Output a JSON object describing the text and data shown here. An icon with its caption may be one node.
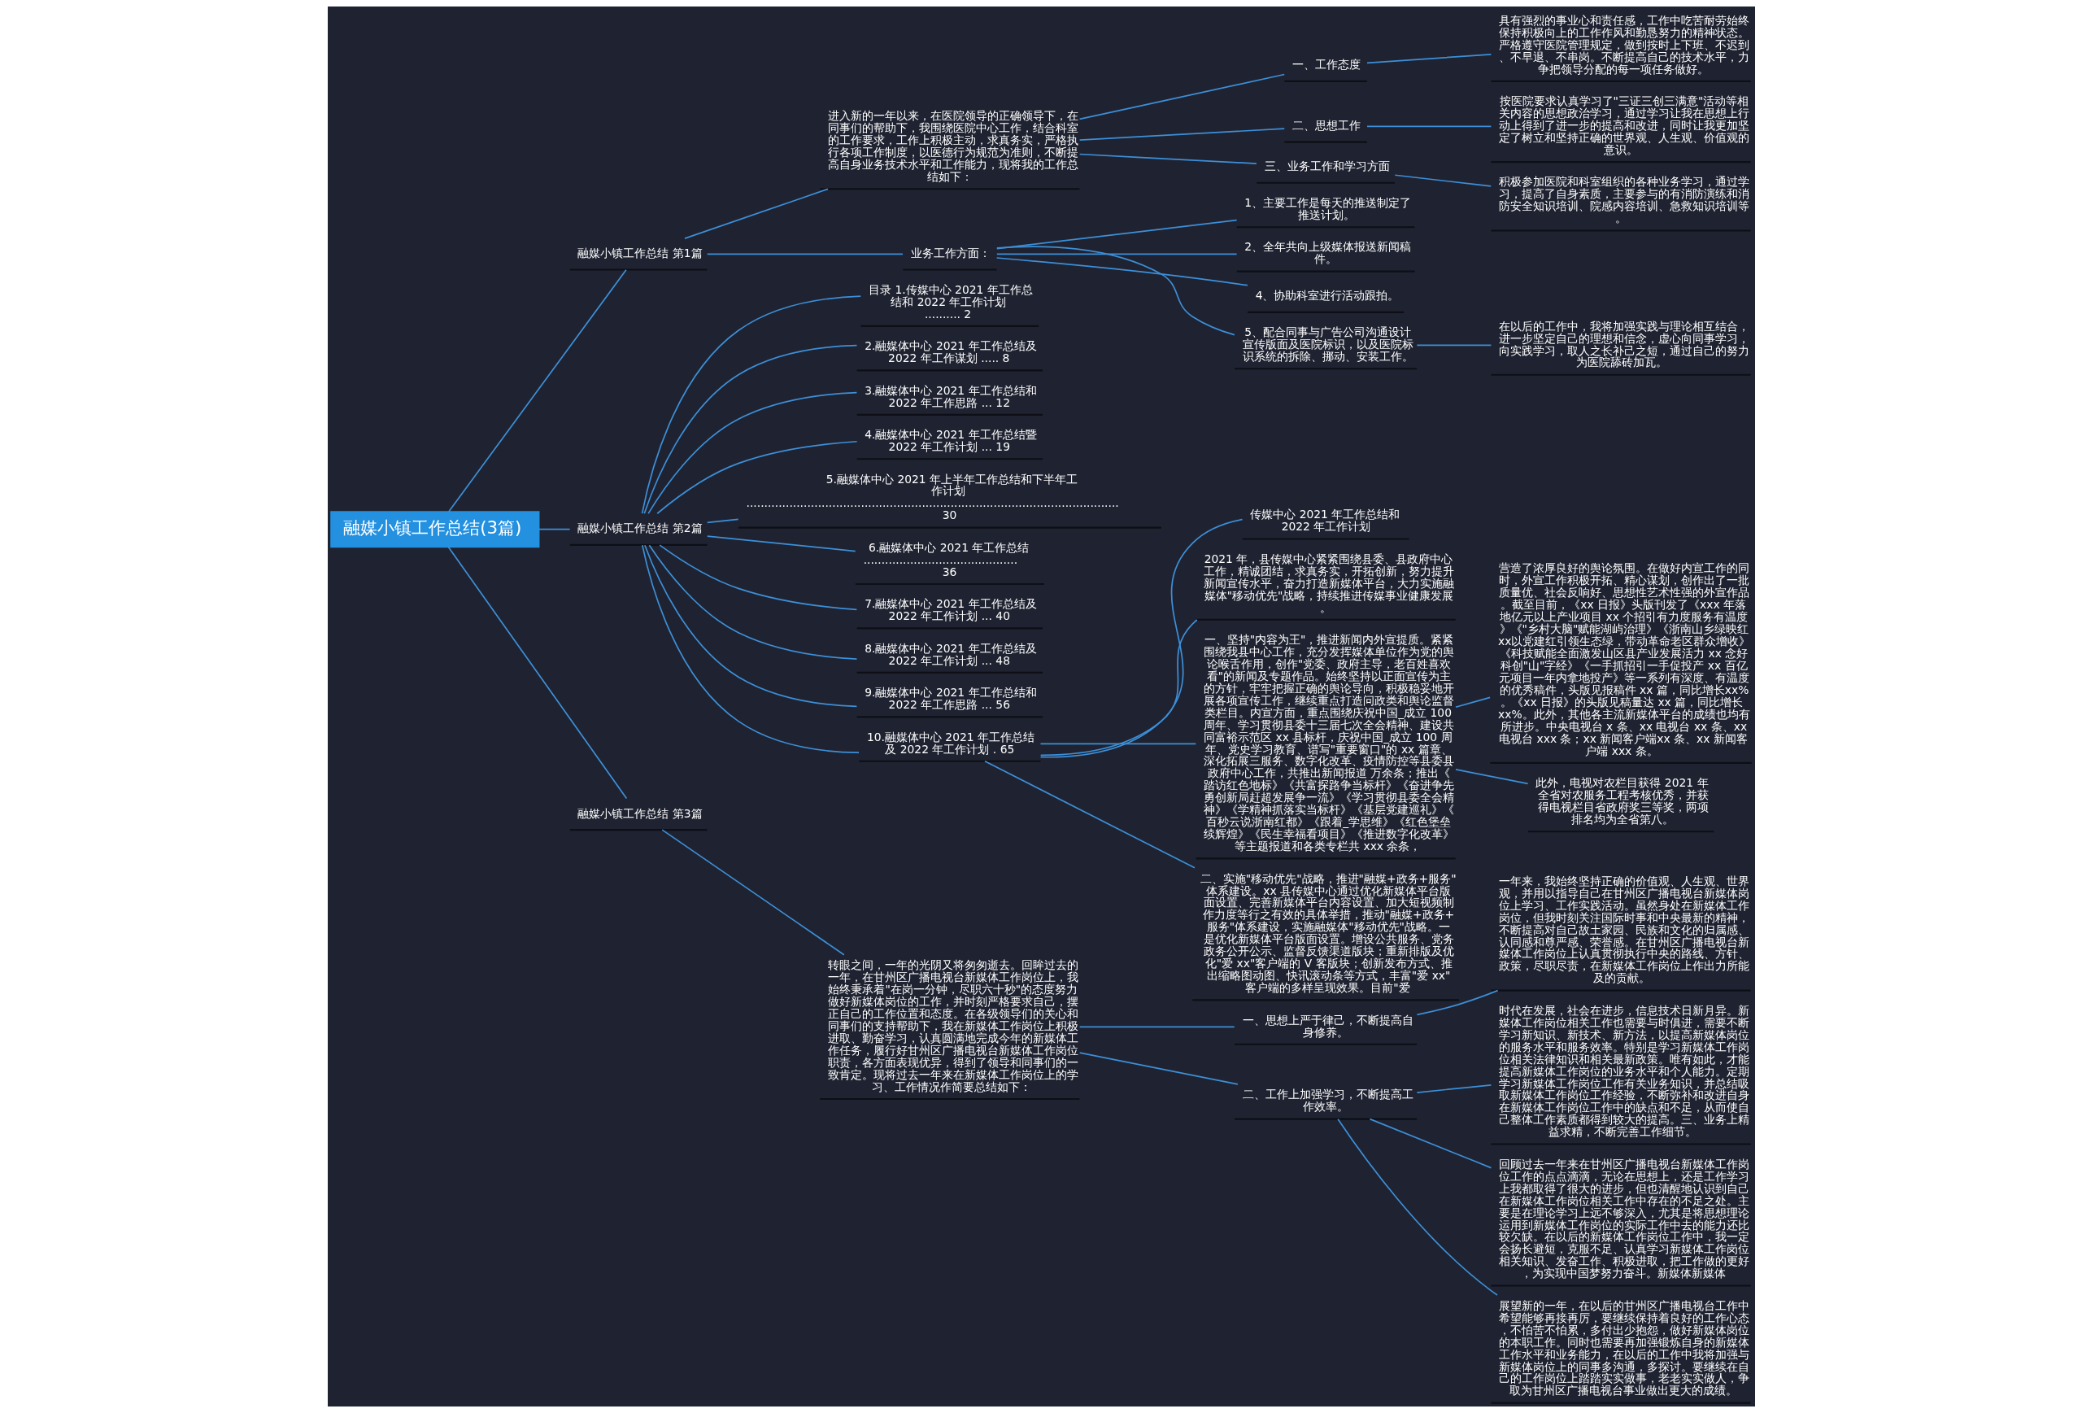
{
  "diagram": {
    "nodes": [
      {
        "text": [
          "融媒小镇工作总结(3篇)"
        ]
      },
      {
        "text": [
          "融媒小镇工作总结 第1篇"
        ]
      },
      {
        "text": [
          "进入新的一年以来，在医院领导的正确领导下，在同事们的帮助下，我围绕医院中心工作，结合科室的工作要求，工作上积极主动，求真务实，严格执行各项工作制度，以医德行为规范为准则，不断提高自身业务技术水平和工作能力，现将我的工作总结如下："
        ]
      },
      {
        "text": [
          "一、工作态度"
        ]
      },
      {
        "text": [
          "具有强烈的事业心和责任感，工作中吃苦耐劳始终保持积极向上的工作作风和勤恳努力的精神状态。严格遵守医院管理规定，做到按时上下班、不迟到、不早退、不串岗。不断提高自己的技术水平，力争把领导分配的每一项任务做好。"
        ]
      },
      {
        "text": [
          "二、思想工作"
        ]
      },
      {
        "text": [
          "按医院要求认真学习了\"三证三创三满意\"活动等相关内容的思想政治学习，通过学习让我在思想上行动上得到了进一步的提高和改进，同时让我更加坚定了树立和坚持正确的世界观、人生观、价值观的意识。"
        ]
      },
      {
        "text": [
          "三、业务工作和学习方面"
        ]
      },
      {
        "text": [
          "积极参加医院和科室组织的各种业务学习，通过学习，提高了自身素质，主要参与的有消防演练和消防安全知识培训、院感内容培训、急救知识培训等。"
        ]
      },
      {
        "text": [
          "业务工作方面："
        ]
      },
      {
        "text": [
          "1、主要工作是每天的推送制定了推送计划。"
        ]
      },
      {
        "text": [
          "2、全年共向上级媒体报送新闻稿件。"
        ]
      },
      {
        "text": [
          "4、协助科室进行活动跟拍。"
        ]
      },
      {
        "text": [
          "5、配合同事与广告公司沟通设计宣传版面及医院标识，以及医院标识系统的拆除、挪动、安装工作。"
        ]
      },
      {
        "text": [
          "在以后的工作中，我将加强实践与理论相互结合，进一步坚定自己的理想和信念，虚心向同事学习，向实践学习，取人之长补己之短，通过自己的努力为医院舔砖加瓦。"
        ]
      },
      {
        "text": [
          "融媒小镇工作总结 第2篇"
        ]
      },
      {
        "text": [
          "目录 1.传媒中心 2021 年工作总结和 2022 年工作计划 .......... 2"
        ]
      },
      {
        "text": [
          "2.融媒体中心 2021 年工作总结及 2022 年工作谋划 ..... 8"
        ]
      },
      {
        "text": [
          "3.融媒体中心 2021 年工作总结和 2022 年工作思路 ... 12"
        ]
      },
      {
        "text": [
          "4.融媒体中心 2021 年工作总结暨 2022 年工作计划 ... 19"
        ]
      },
      {
        "text": [
          "5.融媒体中心 2021 年上半年工作总结和下半年工作计划 ........................................................................................................ 30"
        ]
      },
      {
        "text": [
          "6.融媒体中心 2021 年工作总结 ........................................... 36"
        ]
      },
      {
        "text": [
          "7.融媒体中心 2021 年工作总结及 2022 年工作计划 ... 40"
        ]
      },
      {
        "text": [
          "8.融媒体中心 2021 年工作总结及 2022 年工作计划 ... 48"
        ]
      },
      {
        "text": [
          "9.融媒体中心 2021 年工作总结和 2022 年工作思路 ... 56"
        ]
      },
      {
        "text": [
          "10.融媒体中心 2021 年工作总结及 2022 年工作计划 . 65"
        ]
      },
      {
        "text": [
          "传媒中心 2021 年工作总结和 2022 年工作计划"
        ]
      },
      {
        "text": [
          "2021 年，县传媒中心紧紧围绕县委、县政府中心工作，精诚团结，求真务实，开拓创新，努力提升新闻宣传水平，奋力打造新媒体平台，大力实施融媒体\"移动优先\"战略，持续推进传媒事业健康发展。"
        ]
      },
      {
        "text": [
          "一、坚持\"内容为王\"，推进新闻内外宣提质。紧紧围绕我县中心工作，充分发挥媒体单位作为党的舆论喉舌作用，创作\"党委、政府主导，老百姓喜欢看\"的新闻及专题作品。始终坚持以正面宣传为主的方针，牢牢把握正确的舆论导向，积极稳妥地开展各项宣传工作，继续重点打造问政类和舆论监督类栏目。内宣方面，重点围绕庆祝中国_成立 100周年、学习贯彻县委十三届七次全会精神、建设共同富裕示范区 xx 县标杆，庆祝中国_成立 100 周年、党史学习教育、谱写\"重要窗口\"的 xx 篇章、深化拓展三服务、数字化改革、疫情防控等县委县政府中心工作，共推出新闻报道 万余条；推出《踏访红色地标》《共富探路争当标杆》《奋进争先勇创新局赶超发展争一流》《学习贯彻县委全会精神》《学精神抓落实当标杆》《基层党建巡礼》《百秒云说浙南红都》《跟着_学思维》《红色堡垒续辉煌》《民生幸福看项目》《推进数字化改革》等主题报道和各类专栏共 xxx 余条，"
        ]
      },
      {
        "text": [
          "营造了浓厚良好的舆论氛围。在做好内宣工作的同时，外宣工作积极开拓、精心谋划，创作出了一批质量优、社会反响好、思想性艺术性强的外宣作品。截至目前，《xx 日报》头版刊发了《xxx 年落地亿元以上产业项目 xx 个招引有力度服务有温度》《\"乡村大脑\"赋能湖屿治理》《浙南山乡绿映红 xx以党建红引领生态绿，带动革命老区群众增收》《科技赋能全面激发山区县产业发展活力 xx 念好科创\"山\"字经》《一手抓招引一手促投产 xx 百亿元项目一年内拿地投产》等一系列有深度、有温度的优秀稿件，头版见报稿件 xx 篇，同比增长xx%。《xx 日报》的头版见稿量达 xx 篇，同比增长 xx%。此外，其他各主流新媒体平台的成绩也均有所进步。中央电视台 x 条、xx 电视台 xx 条、xx 电视台 xxx 条；xx 新闻客户端xx 条、xx 新闻客户端 xxx 条。"
        ]
      },
      {
        "text": [
          "此外，电视对农栏目获得 2021 年全省对农服务工程考核优秀，并获得电视栏目省政府奖三等奖，两项排名均为全省第八。"
        ]
      },
      {
        "text": [
          "二、实施\"移动优先\"战略，推进\"融媒+政务+服务\"体系建设。xx 县传媒中心通过优化新媒体平台版面设置、完善新媒体平台内容设置、加大短视频制作力度等行之有效的具体举措，推动\"融媒+政务+服务\"体系建设，实施融媒体\"移动优先\"战略。一是优化新媒体平台版面设置。增设公共服务、党务政务公开公示、监督反馈渠道版块；重新排版及优化\"爱 xx\"客户端的 V 客版块；创新发布方式、推出缩略图动图、快讯滚动条等方式，丰富\"爱 xx\"客户端的多样呈现效果。目前\"爱"
        ]
      },
      {
        "text": [
          "融媒小镇工作总结 第3篇"
        ]
      },
      {
        "text": [
          "转眼之间，一年的光阴又将匆匆逝去。回眸过去的一年，在甘州区广播电视台新媒体工作岗位上，我始终秉承着\"在岗一分钟，尽职六十秒\"的态度努力做好新媒体岗位的工作，并时刻严格要求自己，摆正自己的工作位置和态度。在各级领导们的关心和同事们的支持帮助下，我在新媒体工作岗位上积极进取、勤奋学习，认真圆满地完成今年的新媒体工作任务，履行好甘州区广播电视台新媒体工作岗位职责，各方面表现优异，得到了领导和同事们的一致肯定。现将过去一年来在新媒体工作岗位上的学习、工作情况作简要总结如下："
        ]
      },
      {
        "text": [
          "一、思想上严于律己，不断提高自身修养。"
        ]
      },
      {
        "text": [
          "一年来，我始终坚持正确的价值观、人生观、世界观，并用以指导自己在甘州区广播电视台新媒体岗位上学习、工作实践活动。虽然身处在新媒体工作岗位，但我时刻关注国际时事和中央最新的精神，不断提高对自己故土家园、民族和文化的归属感、认同感和尊严感、荣誉感。在甘州区广播电视台新媒体工作岗位上认真贯彻执行中央的路线、方针、政策，尽职尽责，在新媒体工作岗位上作出力所能及的贡献。"
        ]
      },
      {
        "text": [
          "二、工作上加强学习，不断提高工作效率。"
        ]
      },
      {
        "text": [
          "时代在发展，社会在进步，信息技术日新月异。新媒体工作岗位相关工作也需要与时俱进，需要不断学习新知识、新技术、新方法，以提高新媒体岗位的服务水平和服务效率。特别是学习新媒体工作岗位相关法律知识和相关最新政策。唯有如此，才能提高新媒体工作岗位的业务水平和个人能力。定期学习新媒体工作岗位工作有关业务知识，并总结吸取新媒体工作岗位工作经验，不断弥补和改进自身在新媒体工作岗位工作中的缺点和不足，从而使自己整体工作素质都得到较大的提高。三、业务上精益求精，不断完善工作细节。"
        ]
      },
      {
        "text": [
          "回顾过去一年来在甘州区广播电视台新媒体工作岗位工作的点点滴滴，无论在思想上，还是工作学习上我都取得了很大的进步，但也清醒地认识到自己在新媒体工作岗位相关工作中存在的不足之处。主要是在理论学习上远不够深入，尤其是将思想理论运用到新媒体工作岗位的实际工作中去的能力还比较欠缺。在以后的新媒体工作岗位工作中，我一定会扬长避短，克服不足、认真学习新媒体工作岗位相关知识、发奋工作、积极进取，把工作做的更好，为实现中国梦努力奋斗。新媒体新媒体"
        ]
      },
      {
        "text": [
          "展望新的一年，在以后的甘州区广播电视台工作中希望能够再接再厉，要继续保持着良好的工作心态，不怕苦不怕累，多付出少抱怨，做好新媒体岗位的本职工作。同时也需要再加强锻炼自身的新媒体工作水平和业务能力，在以后的工作中我将加强与新媒体岗位上的同事多沟通，多探讨。要继续在自己的工作岗位上踏踏实实做事，老老实实做人，争取为甘州区广播电视台事业做出更大的成绩。"
        ]
      }
    ],
    "edges": [
      {
        "from": 0,
        "to": 1,
        "arrow": "none"
      },
      {
        "from": 1,
        "to": 2,
        "arrow": "none"
      },
      {
        "from": 2,
        "to": 3,
        "arrow": "none"
      },
      {
        "from": 3,
        "to": 4,
        "arrow": "none"
      },
      {
        "from": 2,
        "to": 5,
        "arrow": "none"
      },
      {
        "from": 5,
        "to": 6,
        "arrow": "none"
      },
      {
        "from": 2,
        "to": 7,
        "arrow": "none"
      },
      {
        "from": 7,
        "to": 8,
        "arrow": "none"
      },
      {
        "from": 1,
        "to": 9,
        "arrow": "none"
      },
      {
        "from": 9,
        "to": 10,
        "arrow": "none"
      },
      {
        "from": 9,
        "to": 11,
        "arrow": "none"
      },
      {
        "from": 9,
        "to": 12,
        "arrow": "none"
      },
      {
        "from": 9,
        "to": 13,
        "arrow": "none"
      },
      {
        "from": 13,
        "to": 14,
        "arrow": "none"
      },
      {
        "from": 0,
        "to": 15,
        "arrow": "none"
      },
      {
        "from": 15,
        "to": 16,
        "arrow": "none"
      },
      {
        "from": 15,
        "to": 17,
        "arrow": "none"
      },
      {
        "from": 15,
        "to": 18,
        "arrow": "none"
      },
      {
        "from": 15,
        "to": 19,
        "arrow": "none"
      },
      {
        "from": 15,
        "to": 20,
        "arrow": "none"
      },
      {
        "from": 15,
        "to": 21,
        "arrow": "none"
      },
      {
        "from": 15,
        "to": 22,
        "arrow": "none"
      },
      {
        "from": 15,
        "to": 23,
        "arrow": "none"
      },
      {
        "from": 15,
        "to": 24,
        "arrow": "none"
      },
      {
        "from": 15,
        "to": 25,
        "arrow": "none"
      },
      {
        "from": 25,
        "to": 26,
        "arrow": "none"
      },
      {
        "from": 25,
        "to": 27,
        "arrow": "none"
      },
      {
        "from": 25,
        "to": 28,
        "arrow": "none"
      },
      {
        "from": 28,
        "to": 29,
        "arrow": "none"
      },
      {
        "from": 28,
        "to": 30,
        "arrow": "none"
      },
      {
        "from": 25,
        "to": 31,
        "arrow": "none"
      },
      {
        "from": 0,
        "to": 32,
        "arrow": "none"
      },
      {
        "from": 32,
        "to": 33,
        "arrow": "none"
      },
      {
        "from": 33,
        "to": 34,
        "arrow": "none"
      },
      {
        "from": 34,
        "to": 35,
        "arrow": "none"
      },
      {
        "from": 33,
        "to": 36,
        "arrow": "none"
      },
      {
        "from": 36,
        "to": 37,
        "arrow": "none"
      },
      {
        "from": 36,
        "to": 38,
        "arrow": "none"
      },
      {
        "from": 36,
        "to": 39,
        "arrow": "none"
      }
    ]
  }
}
